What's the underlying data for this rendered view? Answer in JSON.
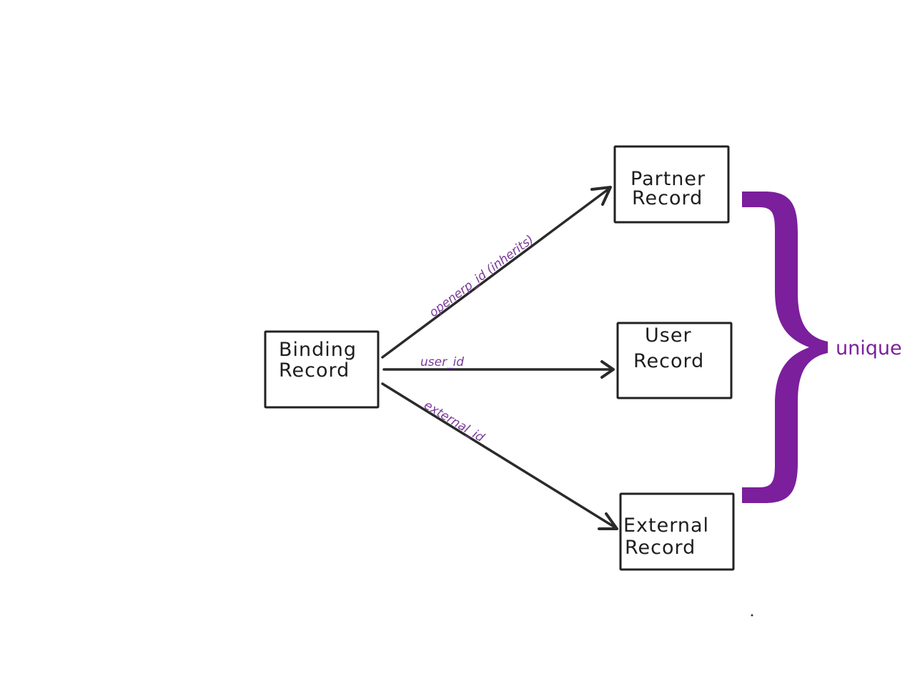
{
  "diagram": {
    "type": "entity-relationship sketch",
    "nodes": [
      {
        "id": "binding",
        "lines": [
          "Binding",
          "Record"
        ]
      },
      {
        "id": "partner",
        "lines": [
          "Partner",
          "Record"
        ]
      },
      {
        "id": "user",
        "lines": [
          "User",
          "Record"
        ]
      },
      {
        "id": "external",
        "lines": [
          "External",
          "Record"
        ]
      }
    ],
    "edges": [
      {
        "from": "binding",
        "to": "partner",
        "label": "openerp_id (inherits)"
      },
      {
        "from": "binding",
        "to": "user",
        "label": "user_id"
      },
      {
        "from": "binding",
        "to": "external",
        "label": "external_id"
      }
    ],
    "brace": {
      "groups": [
        "partner",
        "user",
        "external"
      ],
      "label": "unique"
    },
    "colors": {
      "ink": "#222222",
      "annotation": "#7a3a9a",
      "brace": "#7b1f9c"
    }
  }
}
